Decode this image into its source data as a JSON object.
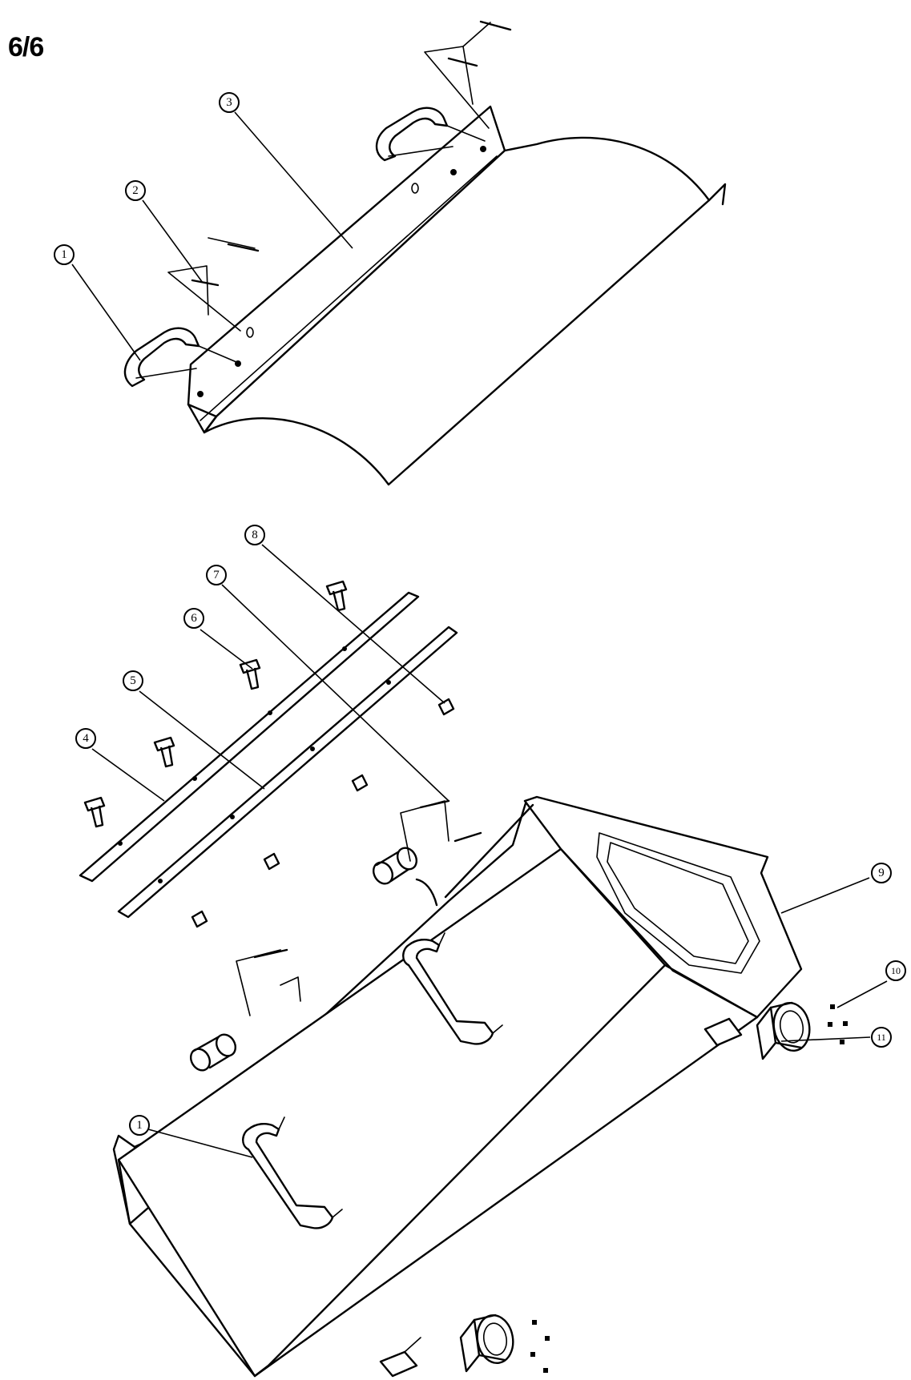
{
  "page": {
    "number": "6/6"
  },
  "callouts": [
    {
      "id": "c1a",
      "label": "1"
    },
    {
      "id": "c2",
      "label": "2"
    },
    {
      "id": "c3",
      "label": "3"
    },
    {
      "id": "c4",
      "label": "4"
    },
    {
      "id": "c5",
      "label": "5"
    },
    {
      "id": "c6",
      "label": "6"
    },
    {
      "id": "c7",
      "label": "7"
    },
    {
      "id": "c8",
      "label": "8"
    },
    {
      "id": "c9",
      "label": "9"
    },
    {
      "id": "c10",
      "label": "10"
    },
    {
      "id": "c11",
      "label": "11"
    },
    {
      "id": "c1b",
      "label": "1"
    }
  ]
}
